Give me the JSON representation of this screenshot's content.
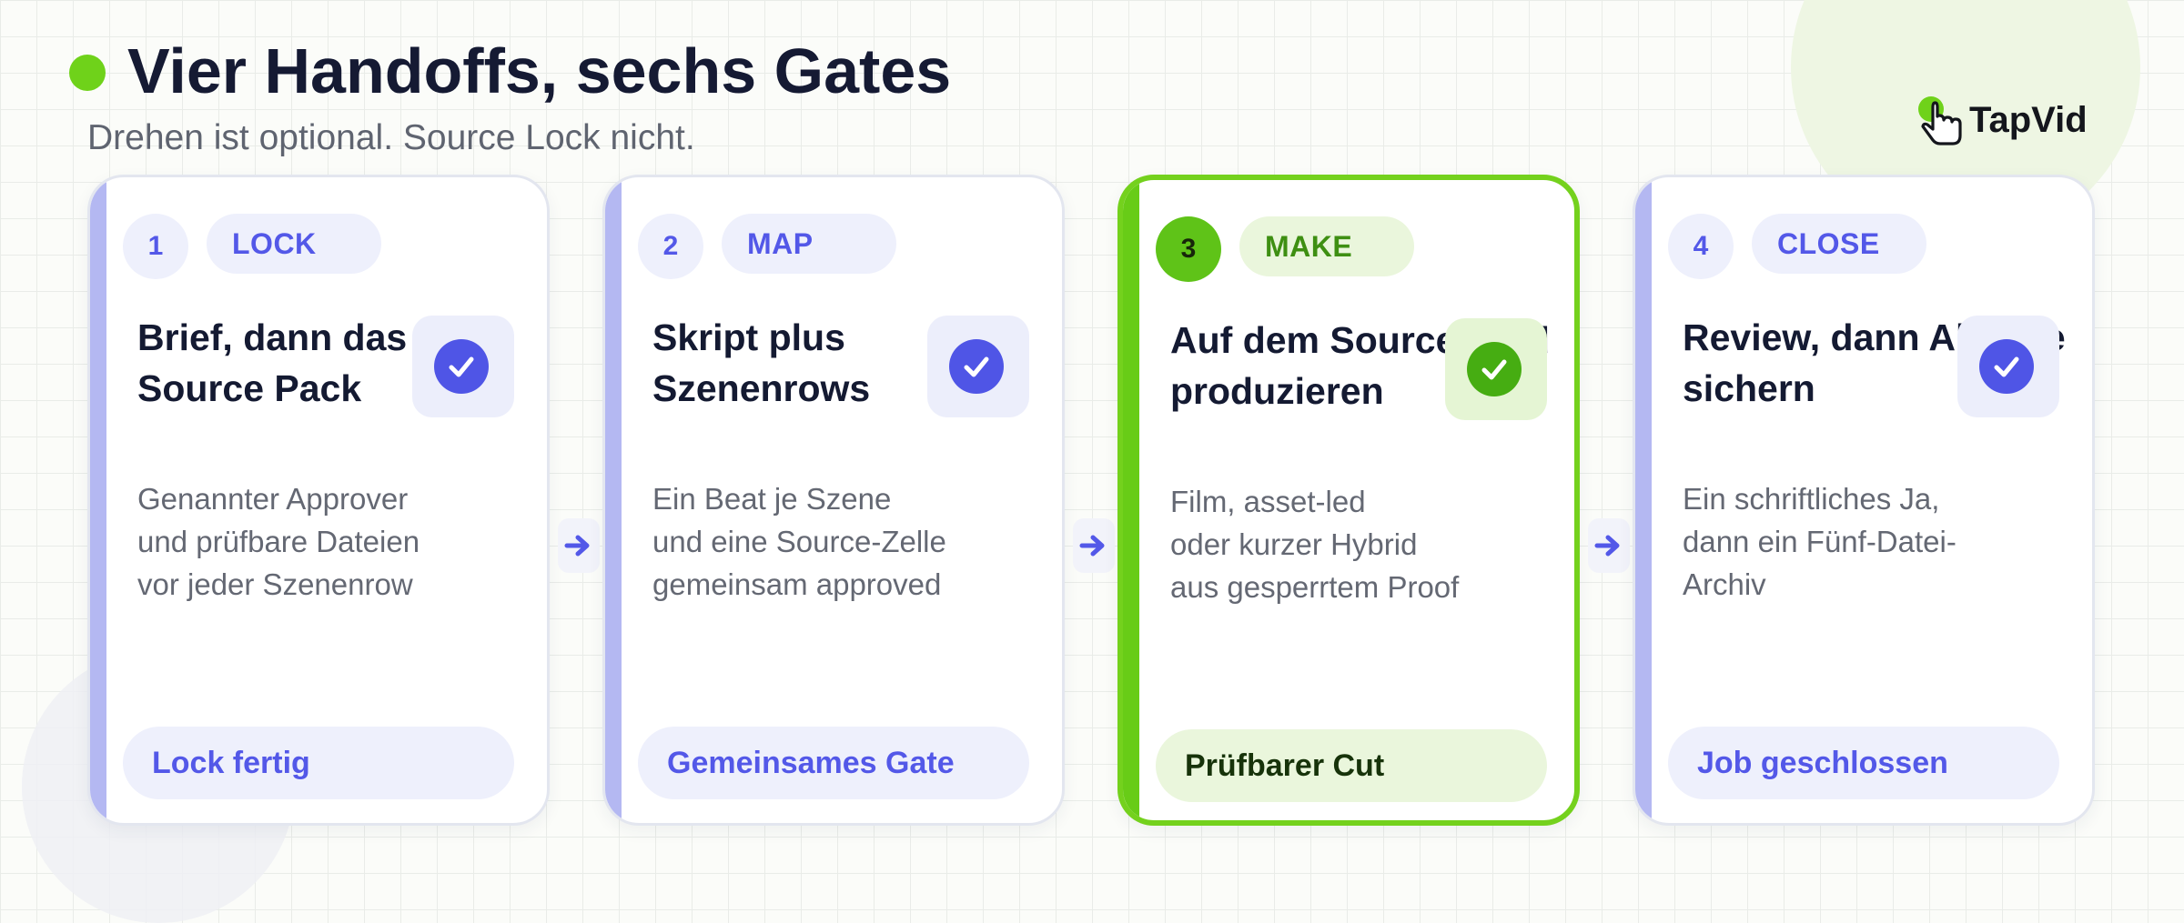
{
  "header": {
    "title": "Vier Handoffs, sechs Gates",
    "subtitle": "Drehen ist optional. Source Lock nicht."
  },
  "brand": {
    "name": "TapVid",
    "icon": "pointer-hand-icon"
  },
  "colors": {
    "accent_green": "#6fd21a",
    "accent_indigo": "#5358e8",
    "title_text": "#151a33"
  },
  "steps": [
    {
      "number": "1",
      "tag": "LOCK",
      "title": "Brief, dann das Source Pack",
      "body": "Genannter Approver\nund prüfbare Dateien\nvor jeder Szenenrow",
      "footer": "Lock fertig",
      "highlighted": false,
      "icon": "check-circle-icon"
    },
    {
      "number": "2",
      "tag": "MAP",
      "title": "Skript plus Szenenrows",
      "body": "Ein Beat je Szene\nund eine Source-Zelle\ngemeinsam approved",
      "footer": "Gemeinsames Gate",
      "highlighted": false,
      "icon": "check-circle-icon"
    },
    {
      "number": "3",
      "tag": "MAKE",
      "title": "Auf dem Source-Pfad produzieren",
      "body": "Film, asset-led\noder kurzer Hybrid\naus gesperrtem Proof",
      "footer": "Prüfbarer Cut",
      "highlighted": true,
      "icon": "check-circle-icon"
    },
    {
      "number": "4",
      "tag": "CLOSE",
      "title": "Review, dann Abgabe sichern",
      "body": "Ein schriftliches Ja,\ndann ein Fünf-Datei-\nArchiv",
      "footer": "Job geschlossen",
      "highlighted": false,
      "icon": "check-circle-icon"
    }
  ],
  "connector_icon": "arrow-right-icon"
}
